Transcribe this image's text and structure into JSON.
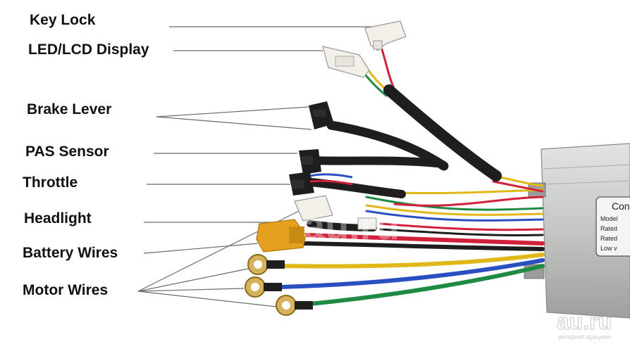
{
  "labels": [
    {
      "id": "key-lock",
      "text": "Key Lock"
    },
    {
      "id": "display",
      "text": "LED/LCD Display"
    },
    {
      "id": "brake-lever",
      "text": "Brake Lever"
    },
    {
      "id": "pas-sensor",
      "text": "PAS Sensor"
    },
    {
      "id": "throttle",
      "text": "Throttle"
    },
    {
      "id": "headlight",
      "text": "Headlight"
    },
    {
      "id": "battery-wires",
      "text": "Battery Wires"
    },
    {
      "id": "motor-wires",
      "text": "Motor Wires"
    }
  ],
  "controller_plate": {
    "title": "Con",
    "lines": [
      "Model",
      "Rated",
      "Rated",
      "Low v"
    ]
  },
  "watermark": {
    "center": "au.ru",
    "corner_main": "au.ru",
    "corner_sub": "интернет-аукцион"
  },
  "colors": {
    "wire_red": "#d0203a",
    "wire_yellow": "#e0b81a",
    "wire_blue": "#2a4fc0",
    "wire_green": "#1f8a43",
    "wire_black": "#1e1e1e",
    "connector_white": "#f3f0ea",
    "battery_connector": "#e6a020",
    "controller_body": "#c4c6c4",
    "leader_line": "#6a6a6a"
  }
}
